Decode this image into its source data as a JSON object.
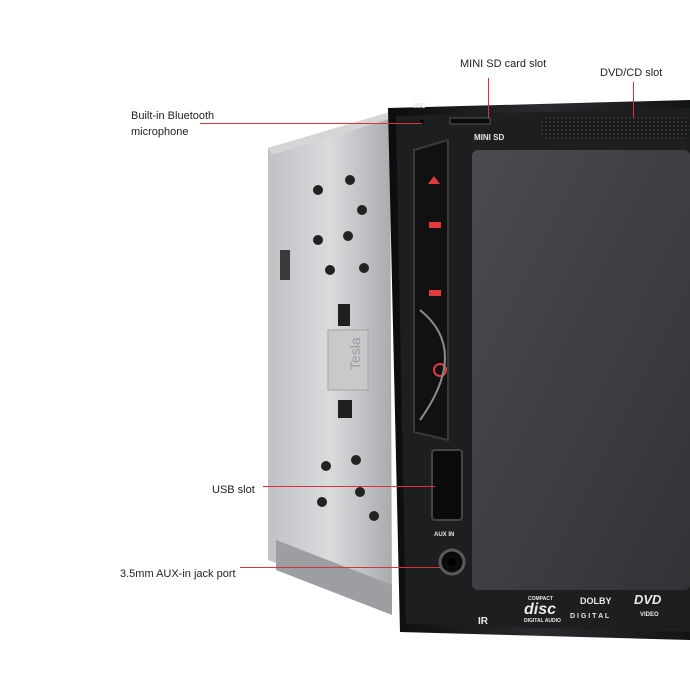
{
  "callouts": {
    "mic": {
      "line1": "Built-in Bluetooth",
      "line2": "microphone"
    },
    "sd": "MINI SD card slot",
    "dvd": "DVD/CD slot",
    "usb": "USB  slot",
    "aux": "3.5mm AUX-in jack port"
  },
  "device_labels": {
    "mic": "MIC",
    "mini_sd": "MINI SD",
    "aux_in": "AUX IN",
    "ir": "IR",
    "disc_top": "COMPACT",
    "disc_main": "disc",
    "disc_sub": "DIGITAL AUDIO",
    "dolby": "DOLBY",
    "digital": "D I G I T A L",
    "dvd": "DVD",
    "video": "VIDEO",
    "side_mark": "Tesla"
  },
  "colors": {
    "leader": "#e0303a",
    "accent": "#e33b3b",
    "bezel": "#1b1c1e",
    "screen": "#3c3d40"
  }
}
